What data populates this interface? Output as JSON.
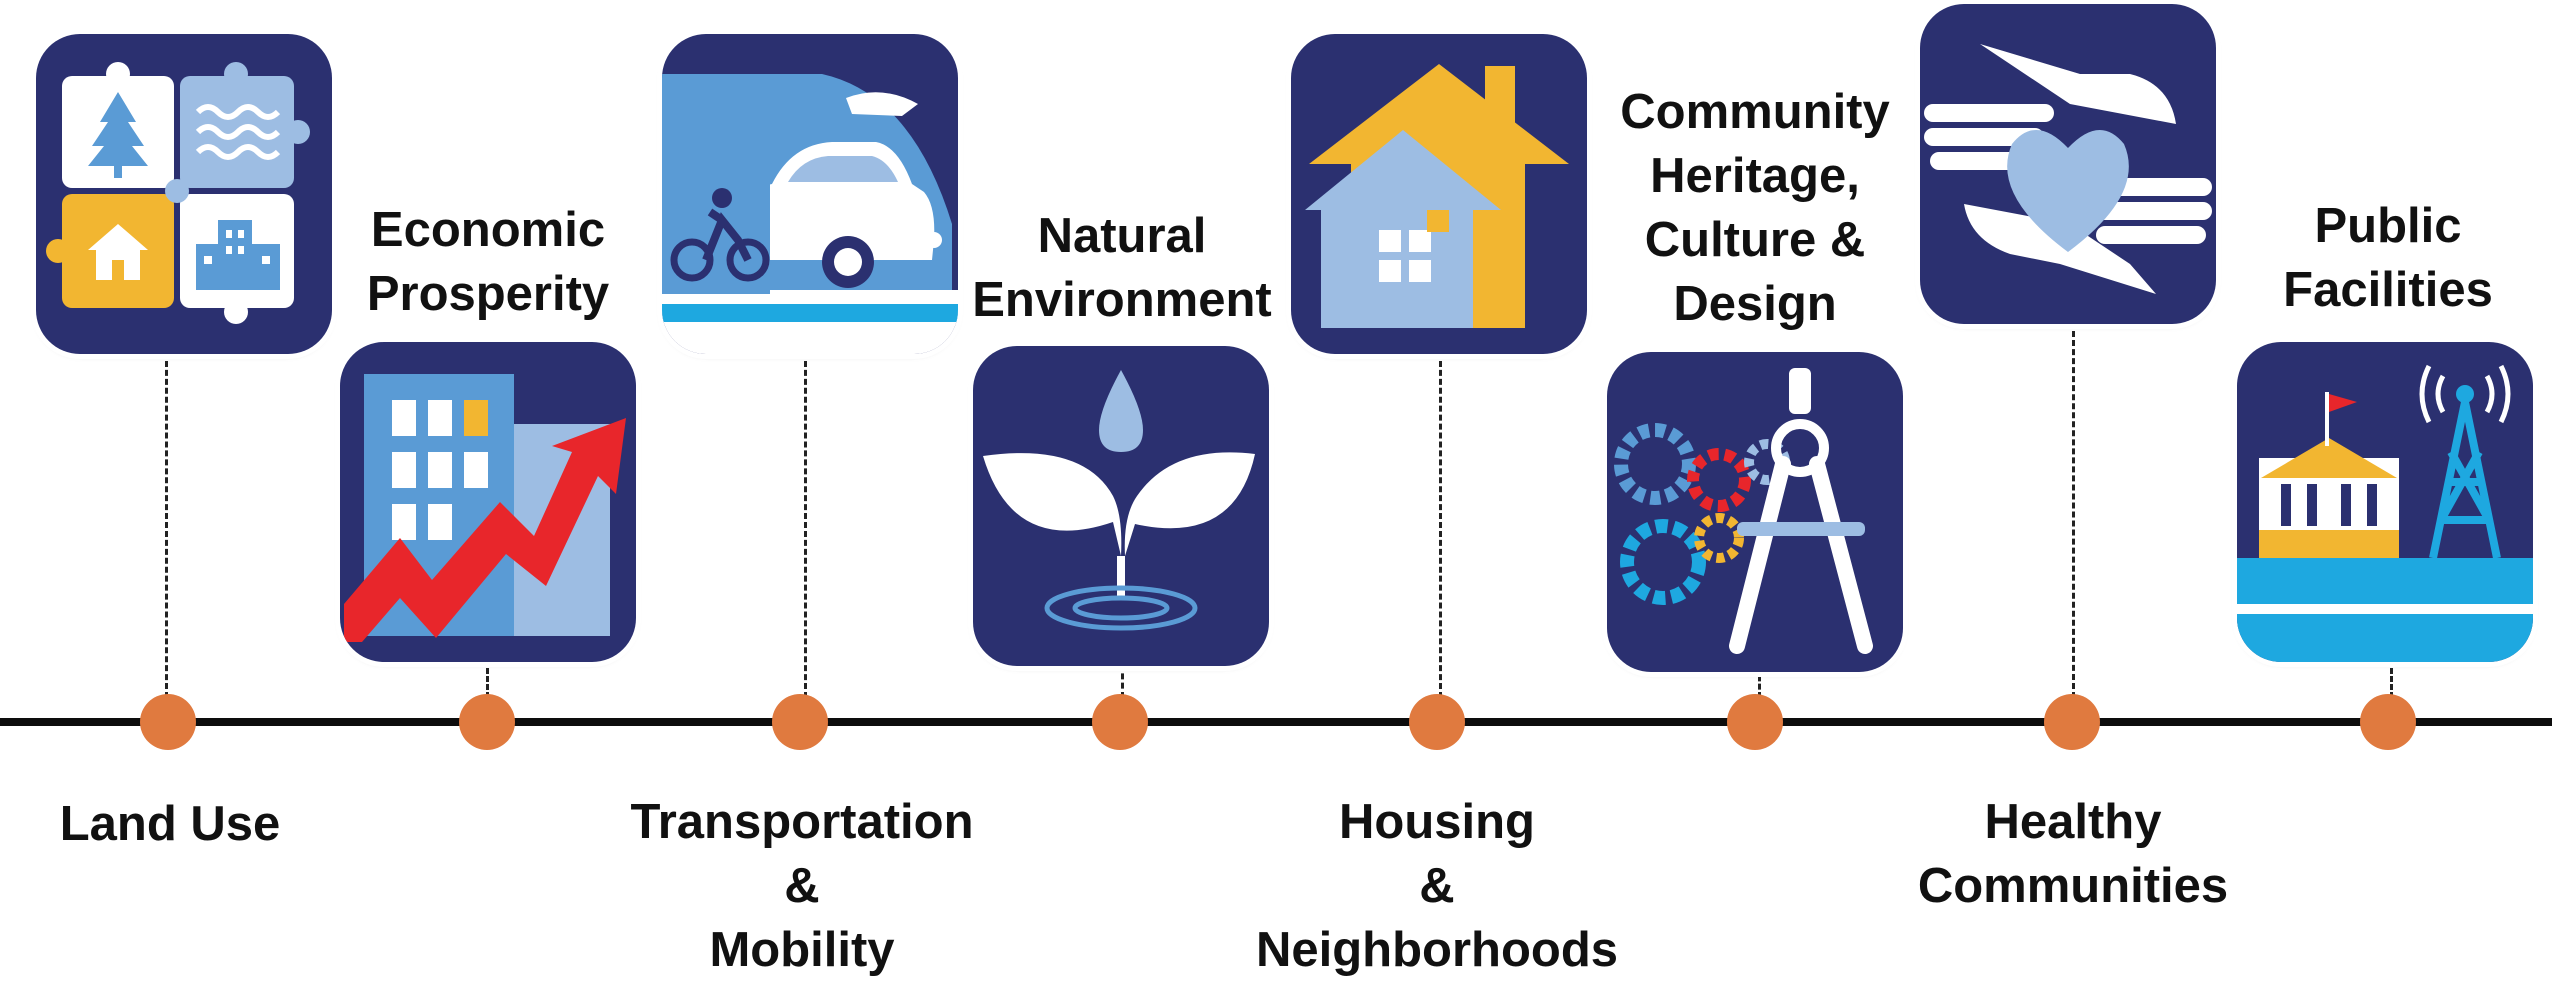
{
  "topics": [
    {
      "id": "land-use",
      "lines": [
        "Land Use"
      ],
      "icon": "puzzle-icon"
    },
    {
      "id": "economic-prosperity",
      "lines": [
        "Economic",
        "Prosperity"
      ],
      "icon": "rising-building-icon"
    },
    {
      "id": "transportation",
      "lines": [
        "Transportation",
        "&",
        "Mobility"
      ],
      "icon": "train-car-bike-icon"
    },
    {
      "id": "natural-environment",
      "lines": [
        "Natural",
        "Environment"
      ],
      "icon": "plant-water-icon"
    },
    {
      "id": "housing",
      "lines": [
        "Housing",
        "&",
        "Neighborhoods"
      ],
      "icon": "house-icon"
    },
    {
      "id": "heritage",
      "lines": [
        "Community",
        "Heritage,",
        "Culture &",
        "Design"
      ],
      "icon": "compass-gears-icon"
    },
    {
      "id": "healthy",
      "lines": [
        "Healthy",
        "Communities"
      ],
      "icon": "hands-heart-icon"
    },
    {
      "id": "public-facilities",
      "lines": [
        "Public",
        "Facilities"
      ],
      "icon": "civic-building-tower-icon"
    }
  ],
  "colors": {
    "tile": "#2b3070",
    "node": "#e07a3f",
    "line": "#0d0d0d",
    "yellow": "#f2b631",
    "lightblue": "#9dbde3",
    "blue": "#5a9bd5",
    "red": "#e8262b"
  }
}
